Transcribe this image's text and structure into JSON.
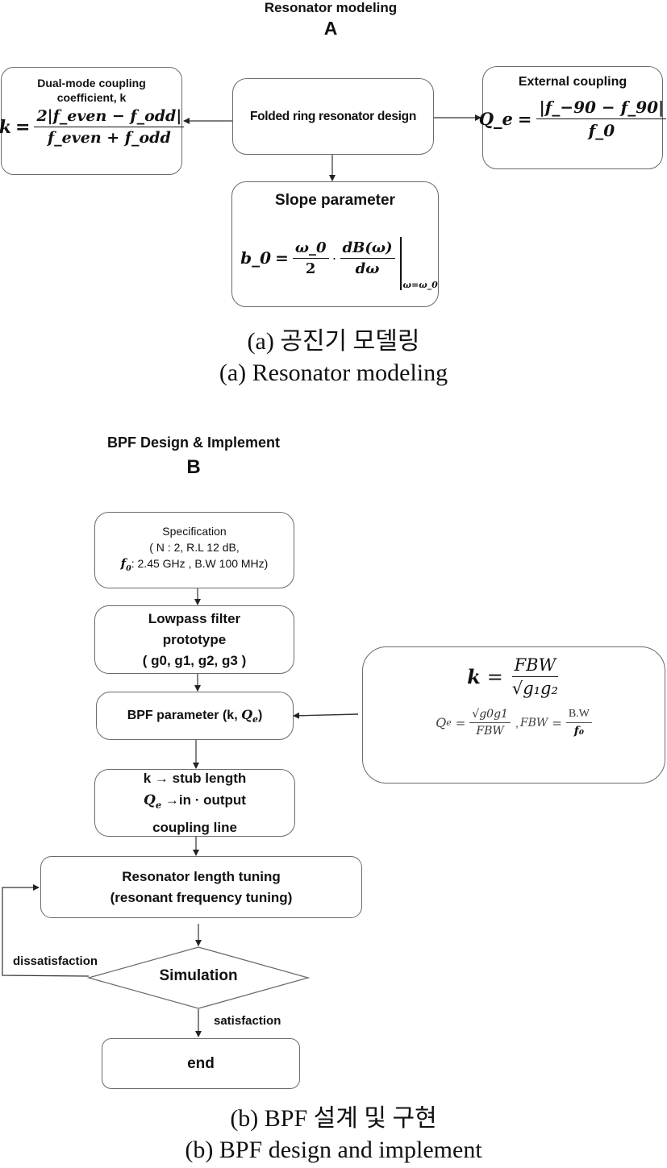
{
  "section_a": {
    "title": "Resonator modeling",
    "letter": "A",
    "coupling_box": {
      "title": "Dual-mode coupling coefficient, k",
      "formula": {
        "lhs": "k",
        "numerator": "2|f_even − f_odd|",
        "denominator": "f_even + f_odd"
      }
    },
    "center_box": {
      "label": "Folded ring resonator design"
    },
    "external_box": {
      "title": "External coupling",
      "formula": {
        "lhs": "Q_e",
        "numerator": "|f_−90 − f_90|",
        "denominator": "f_0"
      }
    },
    "slope_box": {
      "title": "Slope parameter",
      "formula": {
        "lhs": "b_0",
        "frac1_num": "ω_0",
        "frac1_den": "2",
        "frac2_num": "dB(ω)",
        "frac2_den": "dω",
        "eval": "ω=ω_0"
      }
    },
    "caption_ko": "(a) 공진기 모델링",
    "caption_en": "(a) Resonator modeling"
  },
  "section_b": {
    "title": "BPF Design & Implement",
    "letter": "B",
    "spec_box": {
      "line1": "Specification",
      "line2": "( N : 2, R.L 12 dB,",
      "line3_var": "f",
      "line3_sub": "0",
      "line3_rest": ": 2.45 GHz , B.W 100 MHz)"
    },
    "lowpass_box": {
      "line1": "Lowpass filter",
      "line2": "prototype",
      "line3": "( g0, g1, g2, g3 )"
    },
    "bpf_param_box": {
      "text": "BPF parameter (k, ",
      "q_var": "Q",
      "q_sub": "e",
      "close": ")"
    },
    "stub_box": {
      "line1": "k → stub length",
      "line2_var": "Q",
      "line2_sub": "e",
      "line2_rest": " →in · output",
      "line3": "coupling line"
    },
    "tuning_box": {
      "line1": "Resonator length tuning",
      "line2": "(resonant frequency tuning)"
    },
    "decision": {
      "label": "Simulation"
    },
    "end_box": {
      "label": "end"
    },
    "loop_label": "dissatisfaction",
    "pass_label": "satisfaction",
    "formula_box": {
      "k_lhs": "k",
      "k_num": "FBW",
      "k_den": "√g₁g₂",
      "qe_lhs": "Q",
      "qe_sub": "e",
      "qe_num": "√g0g1",
      "qe_den": "FBW",
      "fbw_lhs": "FBW",
      "fbw_num": "B.W",
      "fbw_den": "f₀"
    },
    "caption_ko": "(b) BPF 설계 및 구현",
    "caption_en": "(b) BPF design and implement"
  }
}
